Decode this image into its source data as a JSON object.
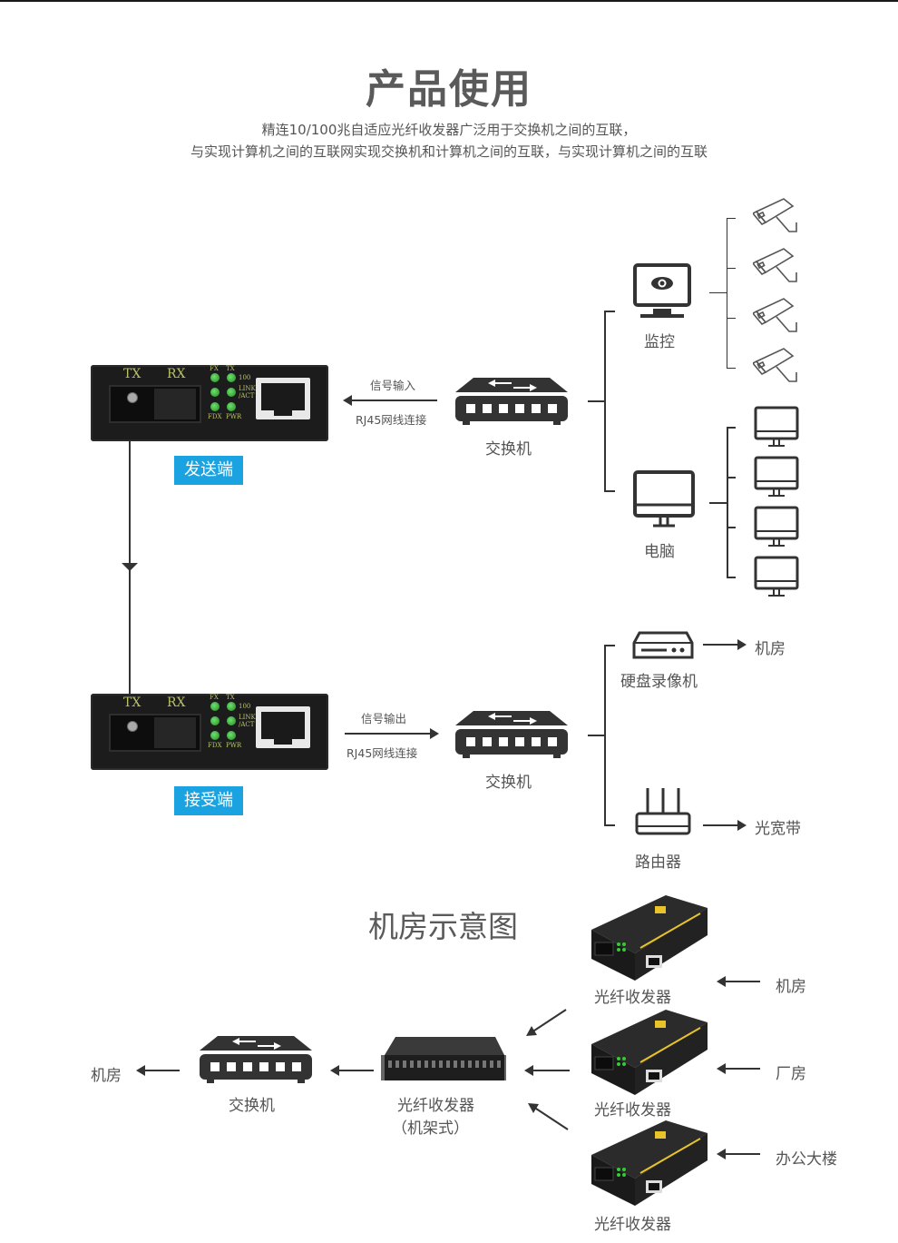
{
  "header": {
    "title": "产品使用",
    "subtitle_lines": [
      "精连10/100兆自适应光纤收发器广泛用于交换机之间的互联，",
      "与实现计算机之间的互联网实现交换机和计算机之间的互联，与实现计算机之间的互联"
    ]
  },
  "transceiver_panel": {
    "port_labels": {
      "tx": "TX",
      "rx": "RX"
    },
    "led_labels": {
      "fx": "FX",
      "tx": "TX",
      "speed": "100",
      "link": "LINK",
      "act": "/ACT",
      "fdx": "FDX",
      "pwr": "PWR"
    }
  },
  "upper": {
    "sender_tag": "发送端",
    "signal_label": "信号输入",
    "cable_label": "RJ45网线连接",
    "switch_label": "交换机",
    "monitor_label": "监控",
    "computer_label": "电脑",
    "camera_count": 4,
    "computer_count": 4
  },
  "lower": {
    "receiver_tag": "接受端",
    "signal_label": "信号输出",
    "cable_label": "RJ45网线连接",
    "switch_label": "交换机",
    "dvr_label": "硬盘录像机",
    "dvr_dest": "机房",
    "router_label": "路由器",
    "router_dest": "光宽带"
  },
  "room_diagram": {
    "title": "机房示意图",
    "left_dest": "机房",
    "switch_label": "交换机",
    "rack_label_line1": "光纤收发器",
    "rack_label_line2": "（机架式）",
    "units": [
      {
        "label": "光纤收发器",
        "source": "机房"
      },
      {
        "label": "光纤收发器",
        "source": "厂房"
      },
      {
        "label": "光纤收发器",
        "source": "办公大楼"
      }
    ]
  },
  "colors": {
    "tag_bg": "#1aa3e0",
    "line": "#333333",
    "text": "#555555"
  }
}
